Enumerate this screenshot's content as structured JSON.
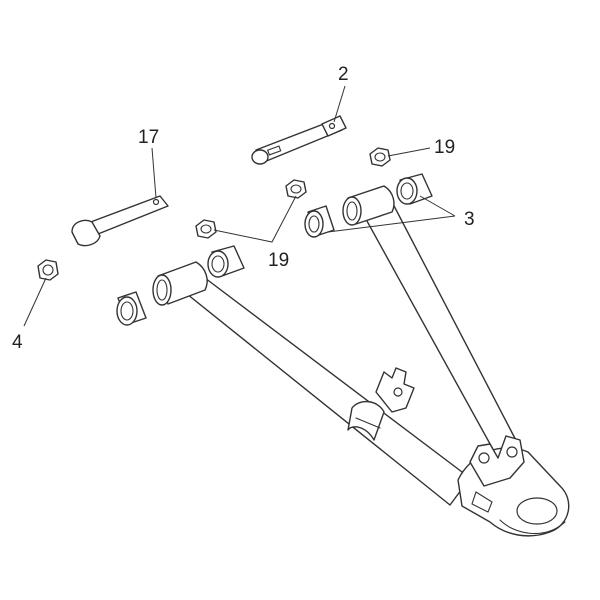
{
  "callouts": {
    "c2": "2",
    "c17": "17",
    "c19_upper": "19",
    "c19_lower": "19",
    "c3": "3",
    "c4": "4"
  },
  "colors": {
    "line": "#333333",
    "background": "#ffffff"
  }
}
